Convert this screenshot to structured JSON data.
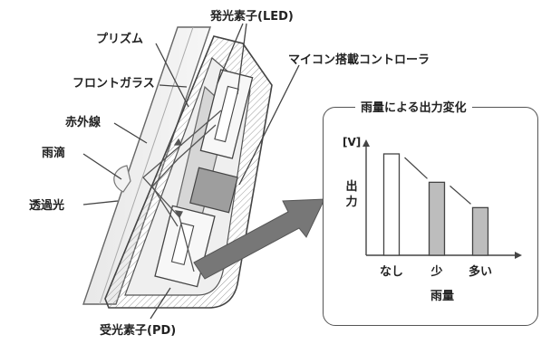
{
  "labels": {
    "led": "発光素子(LED)",
    "prism": "プリズム",
    "controller": "マイコン搭載コントローラ",
    "windshield": "フロントガラス",
    "infrared": "赤外線",
    "raindrop": "雨滴",
    "transmitted": "透過光",
    "pd": "受光素子(PD)"
  },
  "panel": {
    "title": "雨量による出力変化"
  },
  "chart_data": {
    "type": "bar",
    "unit": "[V]",
    "ylabel": "出力",
    "xlabel": "雨量",
    "categories": [
      "なし",
      "少",
      "多い"
    ],
    "values": [
      1.0,
      0.72,
      0.47
    ],
    "colors": {
      "none": "#ffffff",
      "filled": "#bdbdbd",
      "stroke": "#444444"
    }
  }
}
